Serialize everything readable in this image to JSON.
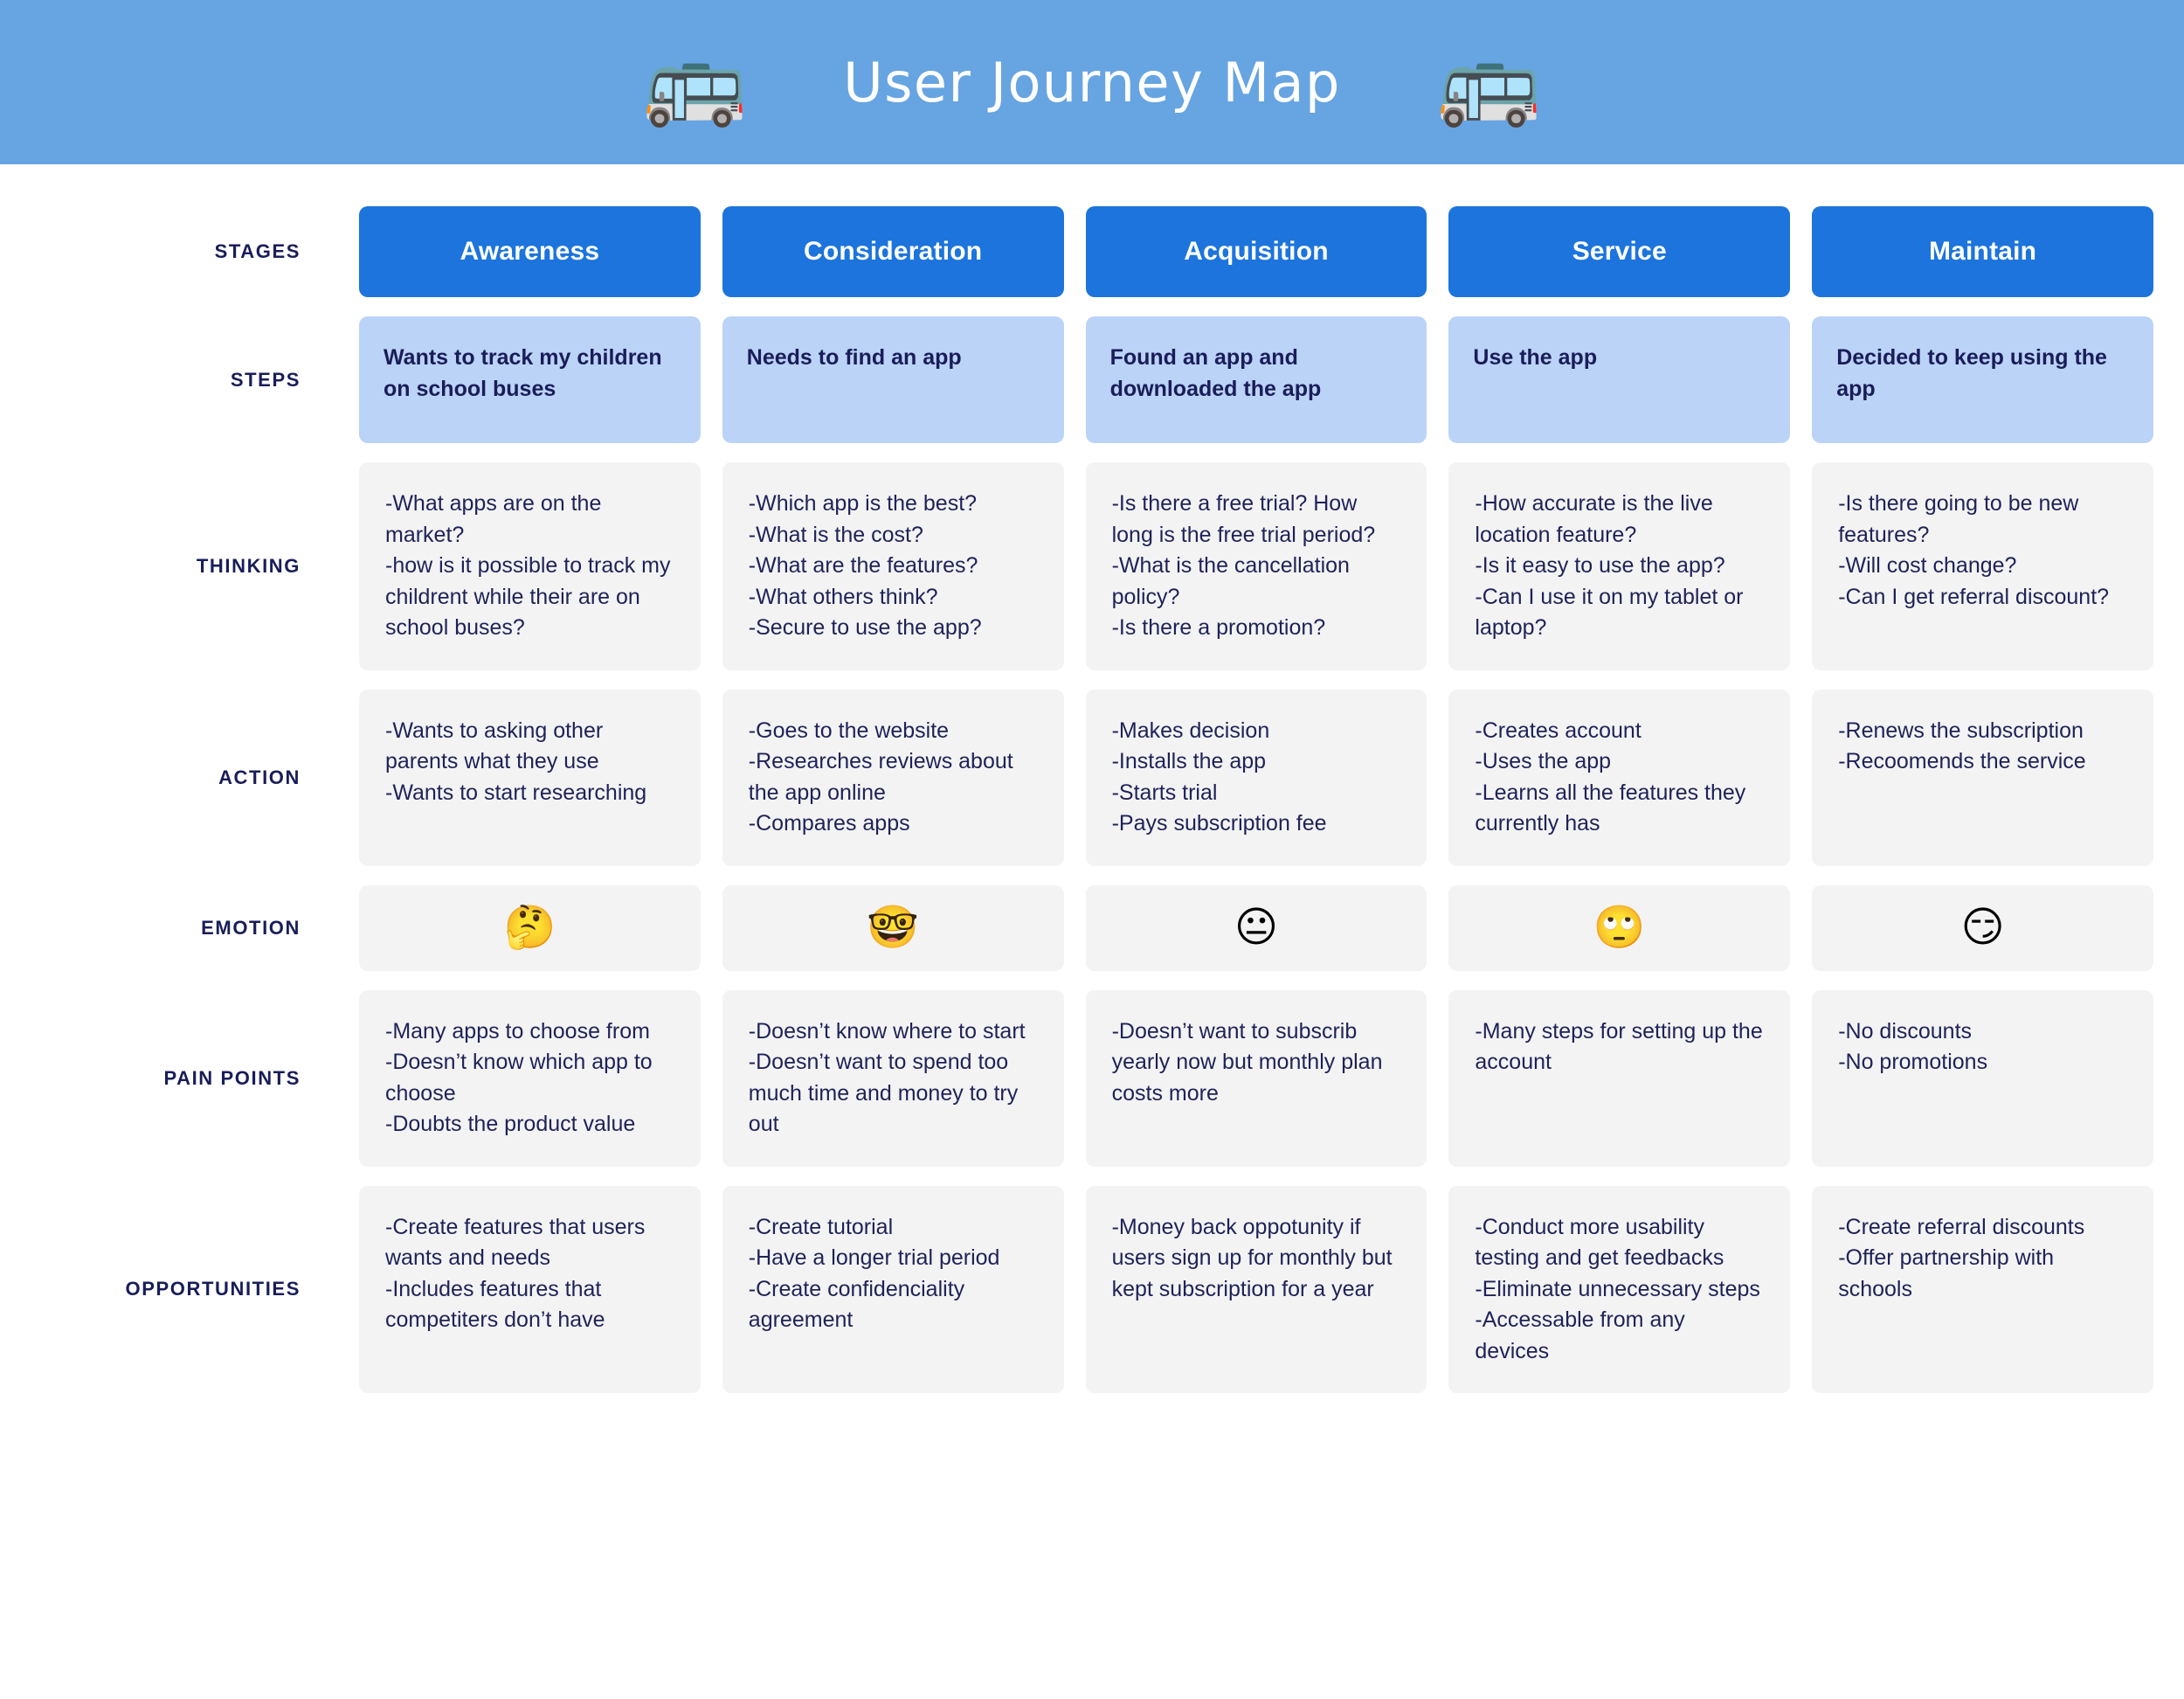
{
  "header": {
    "title": "User Journey Map",
    "bus_left_icon": "school-bus-emoji",
    "bus_right_icon": "school-bus-emoji",
    "bus_glyph": "🚌",
    "background_color": "#67A4E2",
    "title_color": "#FFFFFF"
  },
  "colors": {
    "stage_card": "#1C74DC",
    "step_card": "#BCD3F8",
    "content_card": "#F3F3F4",
    "text_navy": "#1F2257",
    "label_navy": "#191D59"
  },
  "row_labels": {
    "stages": "STAGES",
    "steps": "STEPS",
    "thinking": "THINKING",
    "action": "ACTION",
    "emotion": "EMOTION",
    "pain_points": "PAIN POINTS",
    "opportunities": "OPPORTUNITIES"
  },
  "stages": [
    "Awareness",
    "Consideration",
    "Acquisition",
    "Service",
    "Maintain"
  ],
  "steps": [
    "Wants to track my children on school buses",
    "Needs to find an app",
    "Found an app and downloaded the app",
    "Use the app",
    "Decided to keep using the app"
  ],
  "thinking": [
    [
      "-What apps are on the market?",
      "-how is it possible to track my childrent while their are on school buses?"
    ],
    [
      "-Which app is the best?",
      "-What is the cost?",
      "-What are the features?",
      "-What others think?",
      "-Secure to use the app?"
    ],
    [
      "-Is there a free trial? How long is the free trial period?",
      "-What is the cancellation policy?",
      "-Is there a promotion?"
    ],
    [
      "-How accurate is the live location feature?",
      "-Is it easy to use the app?",
      "-Can I use it on my tablet or laptop?"
    ],
    [
      "-Is there going to be new features?",
      "-Will cost change?",
      "-Can I get referral discount?"
    ]
  ],
  "action": [
    [
      "-Wants to asking other parents what they use",
      "-Wants to start researching"
    ],
    [
      "-Goes to the website",
      "-Researches reviews about the app online",
      "-Compares apps"
    ],
    [
      "-Makes decision",
      "-Installs the app",
      "-Starts trial",
      "-Pays subscription fee"
    ],
    [
      "-Creates account",
      "-Uses the app",
      "-Learns all the features they currently has"
    ],
    [
      "-Renews the subscription",
      "-Recoomends the service"
    ]
  ],
  "emotion": [
    {
      "icon": "thinking-face-emoji",
      "glyph": "🤔"
    },
    {
      "icon": "nerd-face-emoji",
      "glyph": "🤓"
    },
    {
      "icon": "neutral-face-emoji",
      "glyph": "😐"
    },
    {
      "icon": "face-with-rolling-eyes-emoji",
      "glyph": "🙄"
    },
    {
      "icon": "smirking-face-emoji",
      "glyph": "😏"
    }
  ],
  "pain_points": [
    [
      "-Many apps to choose from",
      "-Doesn’t know which app to choose",
      "-Doubts the product value"
    ],
    [
      "-Doesn’t know where to start",
      "-Doesn’t want to spend too much time and money to try out"
    ],
    [
      "-Doesn’t want to subscrib yearly now but monthly plan costs more"
    ],
    [
      "-Many steps for setting up the account"
    ],
    [
      "-No discounts",
      "-No promotions"
    ]
  ],
  "opportunities": [
    [
      "-Create features that users wants and needs",
      "-Includes features that competiters don’t have"
    ],
    [
      "-Create tutorial",
      "-Have a longer trial period",
      "-Create confidenciality agreement"
    ],
    [
      "-Money back oppotunity if users sign up for monthly but kept subscription for a year"
    ],
    [
      "-Conduct more usability testing and get feedbacks",
      "-Eliminate unnecessary steps",
      "-Accessable from any devices"
    ],
    [
      "-Create referral discounts",
      "-Offer partnership with schools"
    ]
  ]
}
